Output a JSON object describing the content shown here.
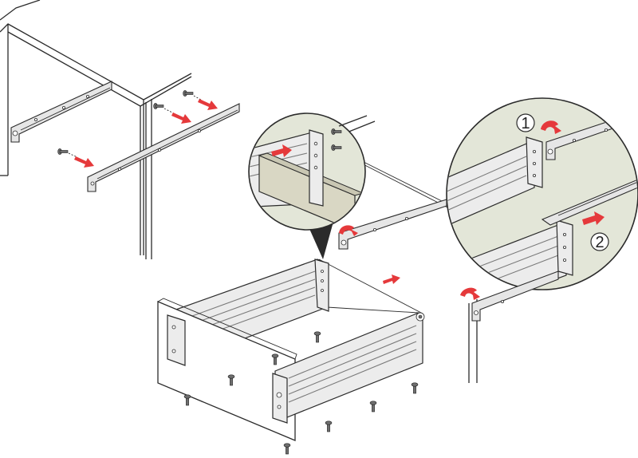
{
  "diagram": {
    "step_labels": [
      "1",
      "2"
    ],
    "colors": {
      "arrow": "#e5393b",
      "line": "#2b2b2b",
      "panel": "#ececec",
      "zoom_bg": "#e3e6d8"
    },
    "icons": [
      "screw-icon",
      "direction-arrow-icon",
      "zoom-callout"
    ]
  }
}
